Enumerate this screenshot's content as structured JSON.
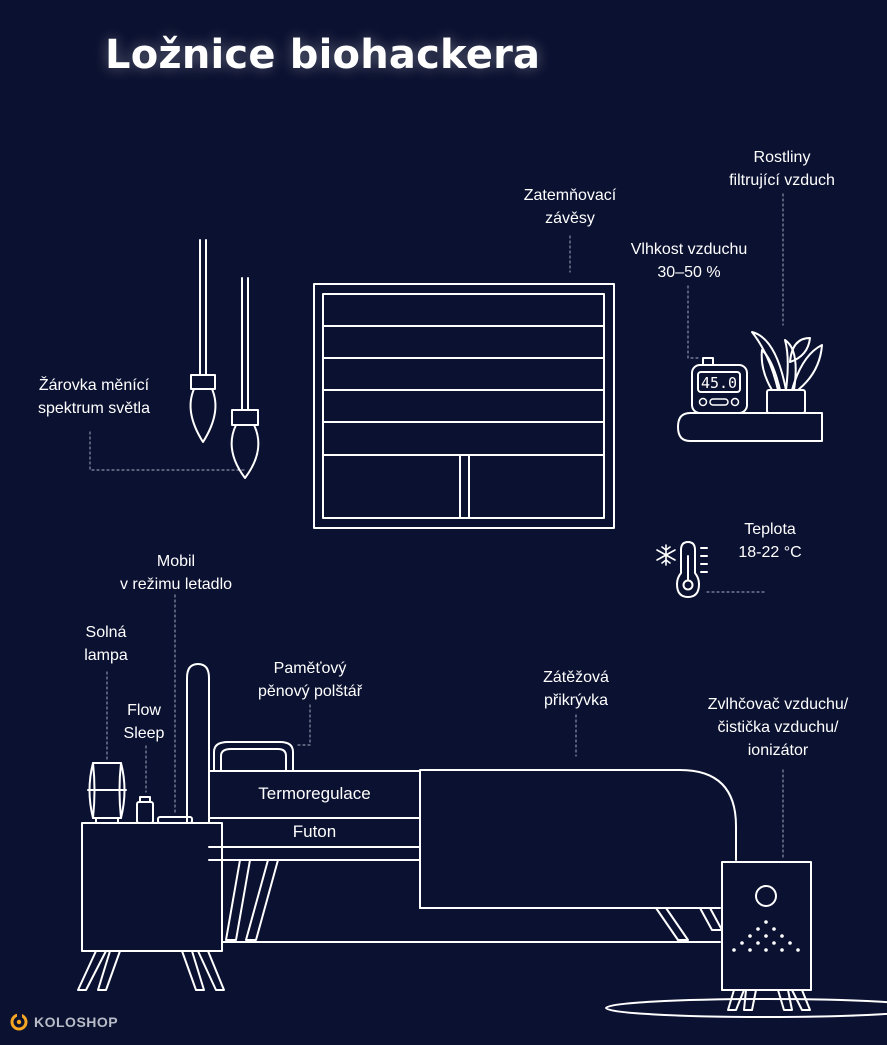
{
  "title": "Ložnice biohackera",
  "labels": {
    "zavesy": [
      "Zatemňovací",
      "závěsy"
    ],
    "rostliny": [
      "Rostliny",
      "filtrující vzduch"
    ],
    "vlhkost": [
      "Vlhkost vzduchu",
      "30–50 %"
    ],
    "zarovka": [
      "Žárovka měnící",
      "spektrum světla"
    ],
    "teplota": [
      "Teplota",
      "18-22 °C"
    ],
    "mobil": [
      "Mobil",
      "v režimu letadlo"
    ],
    "lampa": [
      "Solná",
      "lampa"
    ],
    "flow": [
      "Flow",
      "Sleep"
    ],
    "polstar": [
      "Paměťový",
      "pěnový polštář"
    ],
    "prikryvka": [
      "Zátěžová",
      "přikrývka"
    ],
    "zvlhcovac": [
      "Zvlhčovač vzduchu/",
      "čistička vzduchu/",
      "ionizátor"
    ],
    "termoregulace": "Termoregulace",
    "futon": "Futon"
  },
  "hygrometer_display": "45.0",
  "brand": {
    "name": "KOLOSHOP",
    "logo": "koloshop-logo-icon",
    "color": "#f5a623"
  },
  "colors": {
    "background": "#0b1130",
    "line": "#ffffff",
    "dotted": "#8a8fa8"
  },
  "icons": [
    "bulb-icon",
    "window-icon",
    "plant-icon",
    "hygrometer-icon",
    "thermometer-icon",
    "snowflake-icon",
    "bed-icon",
    "nightstand-icon",
    "salt-lamp-icon",
    "phone-icon",
    "bottle-icon",
    "humidifier-icon"
  ]
}
